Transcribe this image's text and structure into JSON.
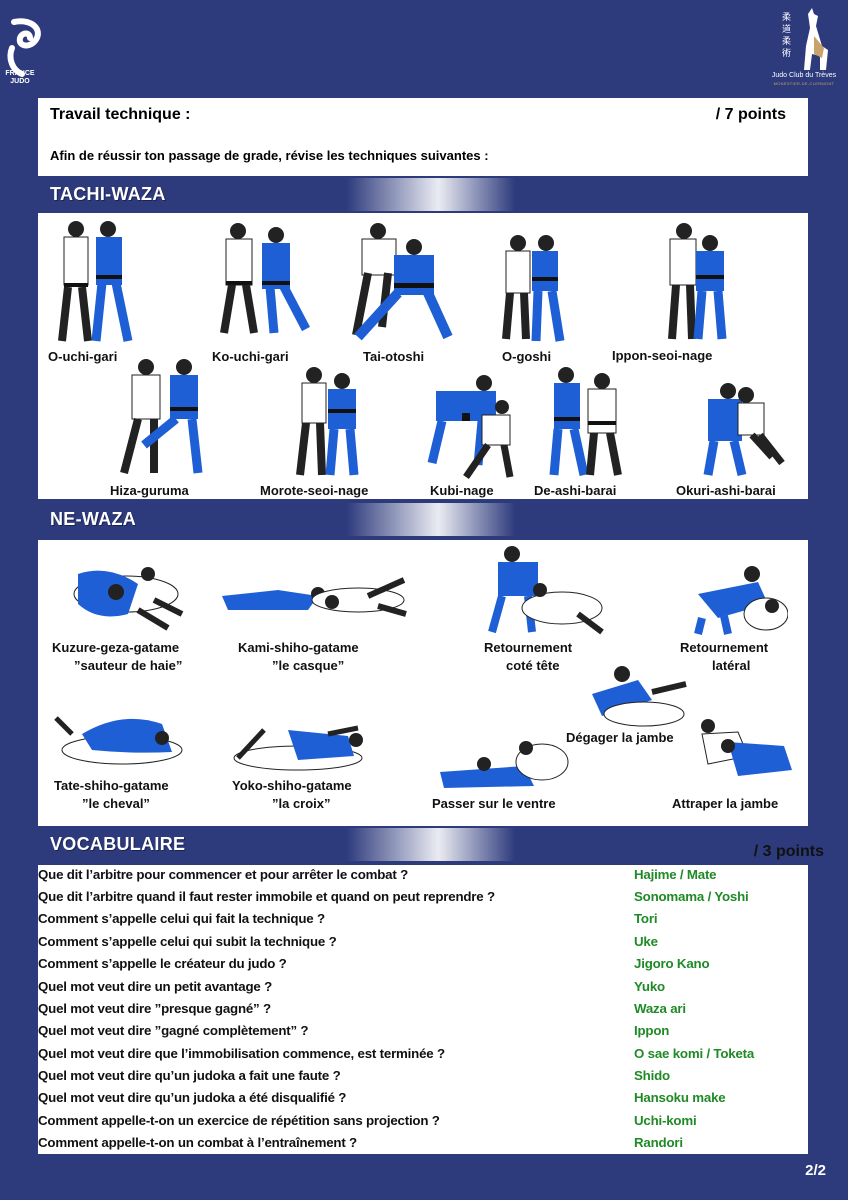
{
  "logos": {
    "federation_text": "FRANCE\nJUDO",
    "club_name": "Judo Club du Trèves",
    "club_subtitle": "MONESTIER-DE-CLERMONT"
  },
  "intro": {
    "title": "Travail technique :",
    "points": "/ 7 points",
    "instruction": "Afin de réussir ton passage de grade, révise les techniques suivantes :"
  },
  "tachi_waza": {
    "section_title": "TACHI-WAZA",
    "techniques": [
      "O-uchi-gari",
      "Ko-uchi-gari",
      "Tai-otoshi",
      "O-goshi",
      "Ippon-seoi-nage",
      "Hiza-guruma",
      "Morote-seoi-nage",
      "Kubi-nage",
      "De-ashi-barai",
      "Okuri-ashi-barai"
    ]
  },
  "ne_waza": {
    "section_title": "NE-WAZA",
    "techniques": [
      {
        "line1": "Kuzure-geza-gatame",
        "line2": "”sauteur de haie”"
      },
      {
        "line1": "Kami-shiho-gatame",
        "line2": "”le casque”"
      },
      {
        "line1": "Retournement",
        "line2": "coté tête"
      },
      {
        "line1": "Retournement",
        "line2": "latéral"
      },
      {
        "line1": "Dégager la jambe",
        "line2": ""
      },
      {
        "line1": "Tate-shiho-gatame",
        "line2": "”le cheval”"
      },
      {
        "line1": "Yoko-shiho-gatame",
        "line2": "”la croix”"
      },
      {
        "line1": "Passer sur le ventre",
        "line2": ""
      },
      {
        "line1": "Attraper la jambe",
        "line2": ""
      }
    ]
  },
  "vocabulaire": {
    "section_title": "VOCABULAIRE",
    "points": "/ 3 points",
    "items": [
      {
        "q": "Que dit l’arbitre pour commencer et pour arrêter le combat ?",
        "a": "Hajime / Mate"
      },
      {
        "q": "Que dit l’arbitre quand il faut rester immobile et quand on peut reprendre ?",
        "a": "Sonomama / Yoshi"
      },
      {
        "q": "Comment s’appelle celui qui fait la technique ?",
        "a": "Tori"
      },
      {
        "q": "Comment s’appelle celui qui subit la technique ?",
        "a": "Uke"
      },
      {
        "q": "Comment s’appelle le créateur du judo ?",
        "a": "Jigoro Kano"
      },
      {
        "q": "Quel mot veut dire un petit avantage ?",
        "a": "Yuko"
      },
      {
        "q": "Quel mot veut dire ”presque gagné” ?",
        "a": "Waza ari"
      },
      {
        "q": "Quel mot veut dire ”gagné complètement” ?",
        "a": "Ippon"
      },
      {
        "q": "Quel mot veut dire que l’immobilisation commence,  est terminée ?",
        "a": "O sae komi / Toketa"
      },
      {
        "q": "Quel mot veut dire qu’un judoka a fait une faute ?",
        "a": "Shido"
      },
      {
        "q": "Quel mot veut dire qu’un judoka a été disqualifié ?",
        "a": "Hansoku make"
      },
      {
        "q": "Comment appelle-t-on un exercice de répétition sans projection ?",
        "a": "Uchi-komi"
      },
      {
        "q": "Comment appelle-t-on un combat à l’entraînement ?",
        "a": "Randori"
      }
    ]
  },
  "page": {
    "number": "2/2"
  },
  "colors": {
    "background": "#2d3a7c",
    "answer": "#1f8a26",
    "judogi_blue": "#1f5fd6"
  }
}
